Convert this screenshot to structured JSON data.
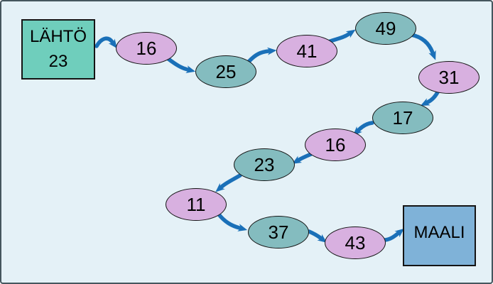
{
  "board": {
    "start": {
      "title": "LÄHTÖ",
      "value": "23"
    },
    "path_nodes": [
      "16",
      "25",
      "41",
      "49",
      "31",
      "17",
      "16",
      "23",
      "11",
      "37",
      "43"
    ],
    "finish": {
      "title": "MAALI"
    }
  },
  "colors": {
    "background": "#e4f1f7",
    "frame": "#45565e",
    "outline": "#141414",
    "start-box": "#6fcebc",
    "finish-box": "#7fb2d8",
    "node-purple": "#d8b0e0",
    "node-teal": "#84bcbf",
    "arrow": "#1a70b8",
    "text": "#000000"
  }
}
